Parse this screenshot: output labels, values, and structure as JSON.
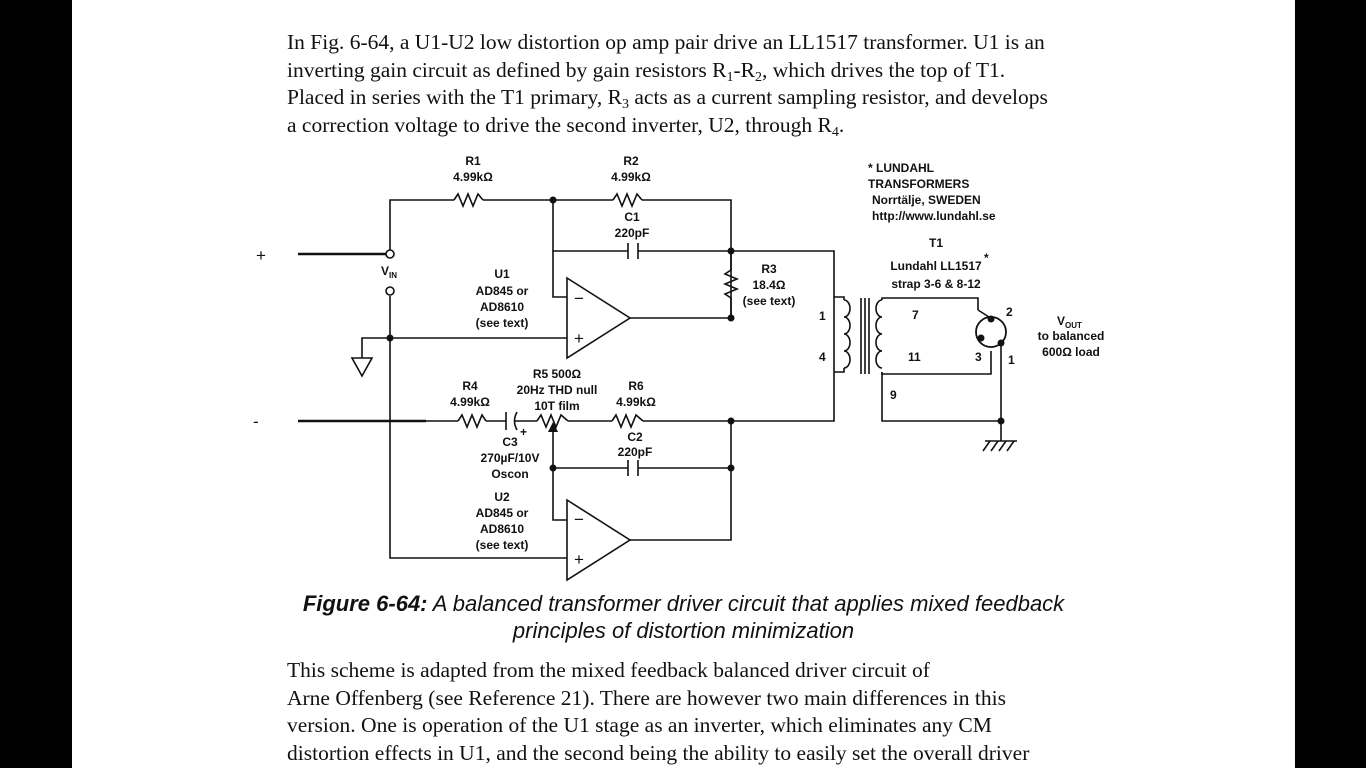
{
  "paragraph1": {
    "line1": "In Fig. 6-64, a U1-U2 low distortion op amp pair drive an LL1517 transformer. U1 is an",
    "line2_a": "inverting gain circuit as defined by gain resistors R",
    "line2_sub1": "1",
    "line2_b": "-R",
    "line2_sub2": "2",
    "line2_c": ", which drives the top of T1.",
    "line3_a": "Placed in series with the T1 primary, R",
    "line3_sub": "3",
    "line3_b": " acts as a current sampling resistor, and develops",
    "line4_a": "a correction voltage to drive the second inverter, U2, through R",
    "line4_sub": "4",
    "line4_b": "."
  },
  "schematic": {
    "plus_terminal": "+",
    "minus_terminal": "-",
    "vin": "V",
    "vin_sub": "IN",
    "r1_name": "R1",
    "r1_value": "4.99kΩ",
    "r2_name": "R2",
    "r2_value": "4.99kΩ",
    "c1_name": "C1",
    "c1_value": "220pF",
    "r3_name": "R3",
    "r3_value": "18.4Ω",
    "r3_note": "(see text)",
    "u1_lines": [
      "U1",
      "AD845 or",
      "AD8610",
      "(see text)"
    ],
    "r4_name": "R4",
    "r4_value": "4.99kΩ",
    "r5_lines": [
      "R5 500Ω",
      "20Hz THD null",
      "10T film"
    ],
    "r6_name": "R6",
    "r6_value": "4.99kΩ",
    "c2_name": "C2",
    "c2_value": "220pF",
    "c3_lines": [
      "C3",
      "270µF/10V",
      "Oscon"
    ],
    "u2_lines": [
      "U2",
      "AD845 or",
      "AD8610",
      "(see text)"
    ],
    "opamp_minus": "−",
    "opamp_plus": "+",
    "cap_plus": "+",
    "lundahl_lines": [
      "* LUNDAHL",
      "TRANSFORMERS",
      "Norrtälje, SWEDEN",
      "http://www.lundahl.se"
    ],
    "t1_lines": [
      "T1",
      "Lundahl LL1517",
      "strap 3-6 & 8-12"
    ],
    "t1_asterisk": "*",
    "pin_1": "1",
    "pin_4": "4",
    "pin_7": "7",
    "pin_11": "11",
    "pin_9": "9",
    "xlr_pin_2": "2",
    "xlr_pin_3": "3",
    "xlr_pin_1": "1",
    "vout": "V",
    "vout_sub": "OUT",
    "vout_lines": [
      "to balanced",
      "600Ω load"
    ]
  },
  "caption": {
    "label": "Figure 6-64:",
    "line1": " A balanced transformer driver circuit that applies mixed feedback",
    "line2": "principles of distortion minimization"
  },
  "paragraph2": {
    "line1": "This scheme is adapted from the mixed feedback balanced driver circuit of",
    "line2": "Arne Offenberg (see Reference 21). There are however two main differences in this",
    "line3": "version. One is operation of the U1 stage as an inverter, which eliminates any CM",
    "line4": "distortion effects in U1, and the second being the ability to easily set the overall driver"
  }
}
